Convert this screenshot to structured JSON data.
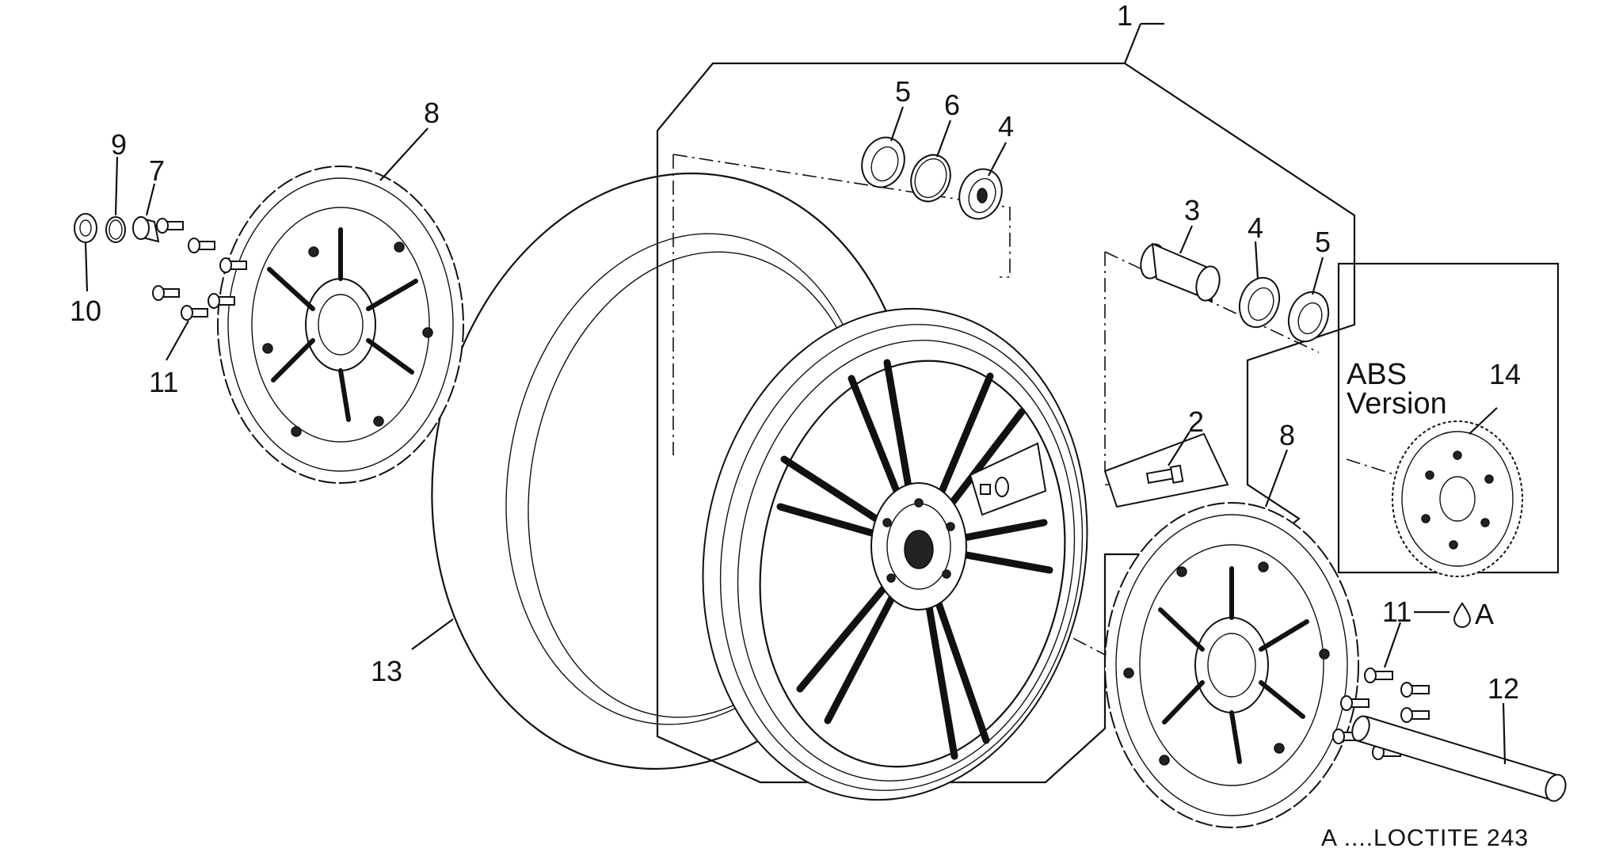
{
  "callouts": {
    "c1": "1",
    "c2": "2",
    "c3": "3",
    "c4a": "4",
    "c4b": "4",
    "c5a": "5",
    "c5b": "5",
    "c6": "6",
    "c7": "7",
    "c8a": "8",
    "c8b": "8",
    "c9": "9",
    "c10": "10",
    "c11a": "11",
    "c11b": "11",
    "c12": "12",
    "c13": "13",
    "c14": "14"
  },
  "abs_box": {
    "line1": "ABS",
    "line2": "Version"
  },
  "loctite_ref": {
    "symbol": "A"
  },
  "footnote": "A ....LOCTITE 243"
}
